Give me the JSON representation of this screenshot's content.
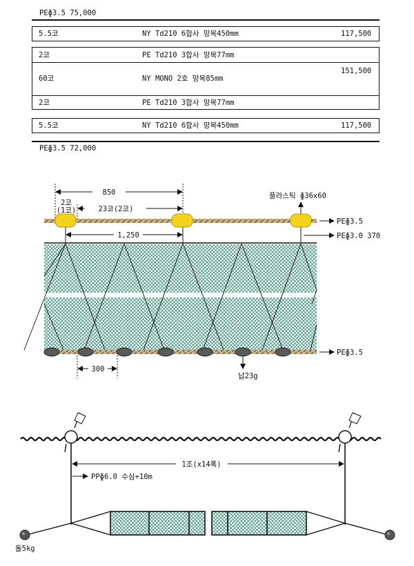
{
  "spec": {
    "top_rope": "PEɸ3.5  75,000",
    "row1": {
      "mesh": "5.5코",
      "desc": "NY Td210 6합사 망목450mm",
      "price": "117,500"
    },
    "group": {
      "r1": {
        "mesh": "2코",
        "desc": "PE Td210 3합사 망목77mm"
      },
      "r2": {
        "mesh": "60코",
        "desc": "NY MONO 2호 망목85mm"
      },
      "r3": {
        "mesh": "2코",
        "desc": "PE Td210 3합사 망목77mm"
      },
      "price": "151,500"
    },
    "row3": {
      "mesh": "5.5코",
      "desc": "NY Td210 6합사 망목450mm",
      "price": "117,500"
    },
    "bottom_rope": "PEɸ3.5  72,000"
  },
  "net_diagram": {
    "dim_850": "850",
    "dim_2ko": "2코",
    "dim_1ko": "(1코)",
    "dim_23ko": "23코(2코)",
    "dim_1250": "1,250",
    "dim_300": "300",
    "float_label": "플라스틱 ɸ36x60",
    "float_rope_label": "PEɸ3.5",
    "head_rope_label": "PEɸ3.0 370",
    "foot_rope_label": "PEɸ3.5",
    "sinker_label": "납23g",
    "float_color": "#f5d31c",
    "net_color": "#3f8f7a",
    "rope_color": "#b49a6a"
  },
  "set_diagram": {
    "span_label": "1조(x14폭)",
    "buoy_line_label": "PPɸ6.0  수심+10m",
    "anchor_label": "돌5kg"
  }
}
